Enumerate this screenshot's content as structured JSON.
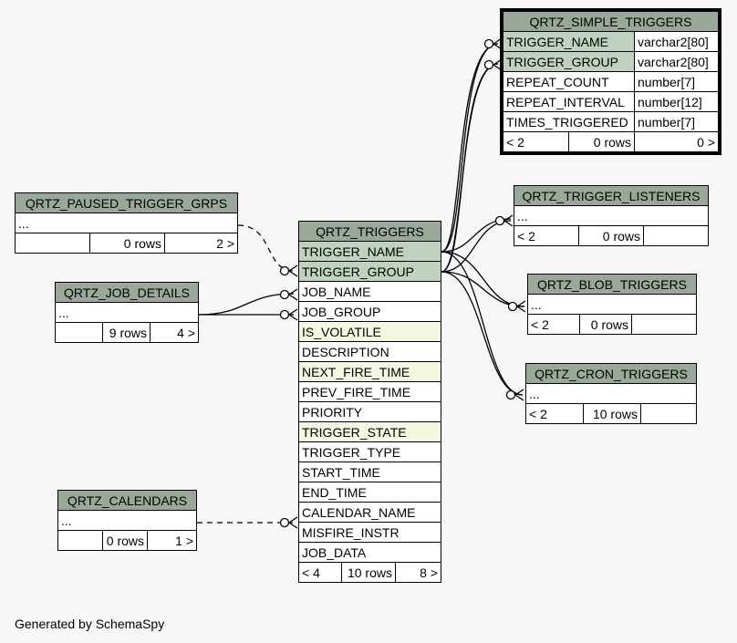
{
  "tables": {
    "triggers": {
      "name": "QRTZ_TRIGGERS",
      "columns": [
        "TRIGGER_NAME",
        "TRIGGER_GROUP",
        "JOB_NAME",
        "JOB_GROUP",
        "IS_VOLATILE",
        "DESCRIPTION",
        "NEXT_FIRE_TIME",
        "PREV_FIRE_TIME",
        "PRIORITY",
        "TRIGGER_STATE",
        "TRIGGER_TYPE",
        "START_TIME",
        "END_TIME",
        "CALENDAR_NAME",
        "MISFIRE_INSTR",
        "JOB_DATA"
      ],
      "parents": "< 4",
      "rows": "10 rows",
      "children": "8 >"
    },
    "simple_triggers": {
      "name": "QRTZ_SIMPLE_TRIGGERS",
      "columns": [
        {
          "name": "TRIGGER_NAME",
          "type": "varchar2[80]"
        },
        {
          "name": "TRIGGER_GROUP",
          "type": "varchar2[80]"
        },
        {
          "name": "REPEAT_COUNT",
          "type": "number[7]"
        },
        {
          "name": "REPEAT_INTERVAL",
          "type": "number[12]"
        },
        {
          "name": "TIMES_TRIGGERED",
          "type": "number[7]"
        }
      ],
      "parents": "< 2",
      "rows": "0 rows",
      "children": "0 >"
    },
    "paused": {
      "name": "QRTZ_PAUSED_TRIGGER_GRPS",
      "ellipsis": "...",
      "parents": "",
      "rows": "0 rows",
      "children": "2 >"
    },
    "job_details": {
      "name": "QRTZ_JOB_DETAILS",
      "ellipsis": "...",
      "parents": "",
      "rows": "9 rows",
      "children": "4 >"
    },
    "calendars": {
      "name": "QRTZ_CALENDARS",
      "ellipsis": "...",
      "parents": "",
      "rows": "0 rows",
      "children": "1 >"
    },
    "listeners": {
      "name": "QRTZ_TRIGGER_LISTENERS",
      "ellipsis": "...",
      "parents": "< 2",
      "rows": "0 rows",
      "children": ""
    },
    "blob": {
      "name": "QRTZ_BLOB_TRIGGERS",
      "ellipsis": "...",
      "parents": "< 2",
      "rows": "0 rows",
      "children": ""
    },
    "cron": {
      "name": "QRTZ_CRON_TRIGGERS",
      "ellipsis": "...",
      "parents": "< 2",
      "rows": "10 rows",
      "children": ""
    }
  },
  "footer": "Generated by SchemaSpy",
  "colors": {
    "header": "#9aa89a",
    "key_column": "#bfd1bf",
    "indexed_column": "#f4f7e0",
    "background": "#f7f7f7"
  }
}
